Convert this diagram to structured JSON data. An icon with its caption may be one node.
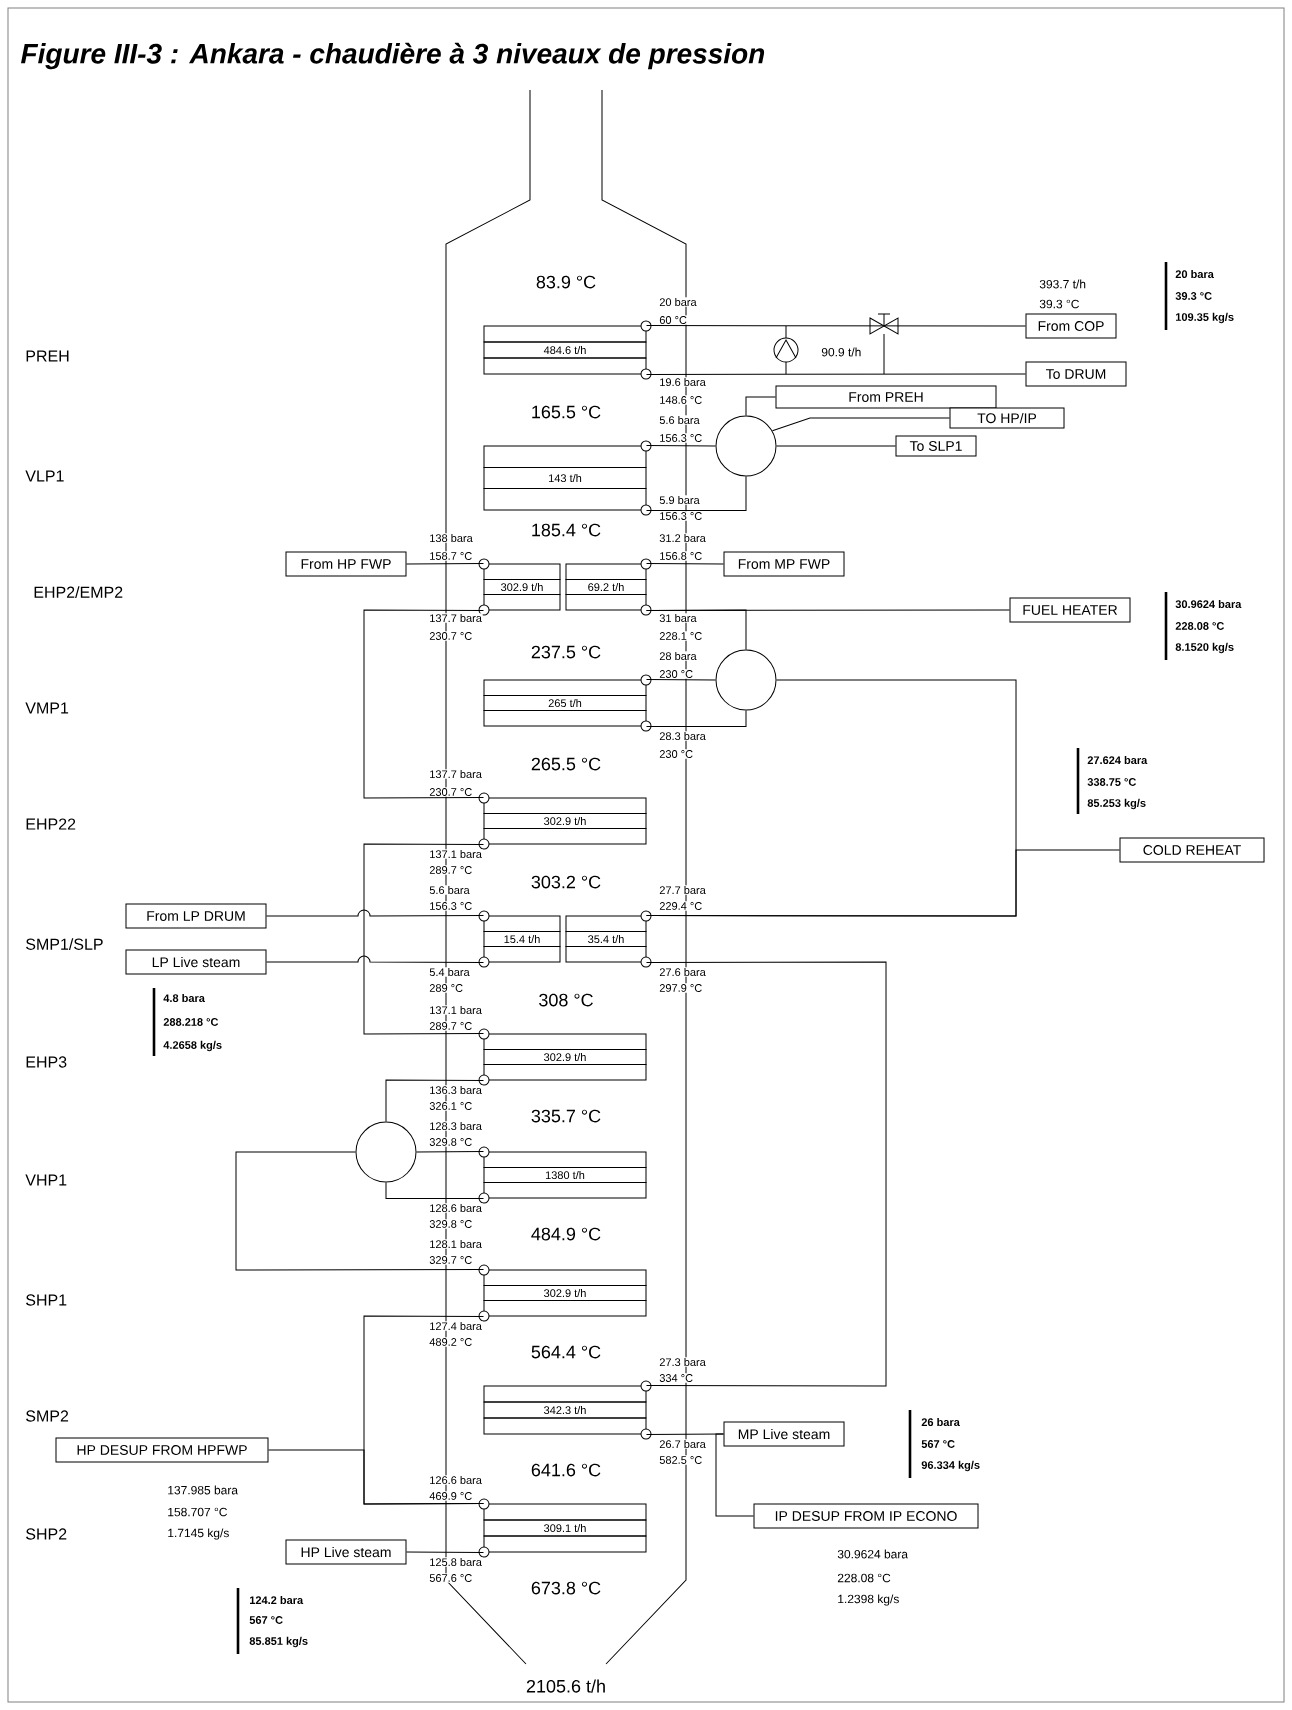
{
  "diagram": {
    "title": "Figure III-3 : Ankara - chaudière à 3 niveaux de pression",
    "nodes": [
      {
        "text": [
          "From COP"
        ],
        "beside": [
          "393.7 t/h",
          "39.3 °C"
        ]
      },
      {
        "text": [
          "484.6 t/h"
        ]
      },
      {
        "text": [
          "To DRUM"
        ]
      },
      {
        "text": [
          "From PREH"
        ]
      },
      {
        "text": [
          "TO HP/IP"
        ]
      },
      {
        "text": [],
        "shape": "circle"
      },
      {
        "text": [
          "To SLP1"
        ]
      },
      {
        "text": [
          "143 t/h"
        ]
      },
      {
        "text": [
          "From HP FWP"
        ]
      },
      {
        "text": [
          "302.9 t/h"
        ]
      },
      {
        "text": [
          "69.2 t/h"
        ]
      },
      {
        "text": [
          "From MP FWP"
        ]
      },
      {
        "text": [
          "FUEL HEATER"
        ]
      },
      {
        "text": [],
        "shape": "circle"
      },
      {
        "text": [
          "265 t/h"
        ]
      },
      {
        "text": [
          "302.9 t/h"
        ]
      },
      {
        "text": [
          "COLD REHEAT"
        ]
      },
      {
        "text": [
          "From LP DRUM"
        ]
      },
      {
        "text": [
          "15.4 t/h"
        ]
      },
      {
        "text": [
          "35.4 t/h"
        ]
      },
      {
        "text": [
          "LP Live steam"
        ]
      },
      {
        "text": [
          "302.9 t/h"
        ]
      },
      {
        "text": [],
        "shape": "circle"
      },
      {
        "text": [
          "1380 t/h"
        ]
      },
      {
        "text": [
          "302.9 t/h"
        ]
      },
      {
        "text": [
          "342.3 t/h"
        ]
      },
      {
        "text": [
          "HP DESUP FROM HPFWP"
        ]
      },
      {
        "text": [
          "MP Live steam"
        ]
      },
      {
        "text": [
          "309.1 t/h"
        ]
      },
      {
        "text": [
          "IP DESUP FROM IP ECONO"
        ]
      },
      {
        "text": [
          "HP Live steam"
        ]
      }
    ],
    "edges": [
      {
        "from": 0,
        "to": 1,
        "arrow": "none"
      },
      {
        "from": 1,
        "to": 2,
        "arrow": "none"
      },
      {
        "from": 3,
        "to": 5,
        "arrow": "none"
      },
      {
        "from": 5,
        "to": 4,
        "arrow": "none"
      },
      {
        "from": 5,
        "to": 6,
        "arrow": "none"
      },
      {
        "from": 5,
        "to": 7,
        "arrow": "none"
      },
      {
        "from": 5,
        "to": 7,
        "arrow": "none"
      },
      {
        "from": 8,
        "to": 9,
        "arrow": "none"
      },
      {
        "from": 11,
        "to": 10,
        "arrow": "none"
      },
      {
        "from": 10,
        "to": 12,
        "arrow": "none"
      },
      {
        "from": 10,
        "to": 13,
        "arrow": "none"
      },
      {
        "from": 13,
        "to": 14,
        "arrow": "none"
      },
      {
        "from": 13,
        "to": 14,
        "arrow": "none"
      },
      {
        "from": 9,
        "to": 15,
        "arrow": "none"
      },
      {
        "from": 13,
        "to": 19,
        "arrow": "none"
      },
      {
        "from": 16,
        "to": 19,
        "arrow": "none"
      },
      {
        "from": 15,
        "to": 21,
        "arrow": "none"
      },
      {
        "from": 17,
        "to": 18,
        "arrow": "none"
      },
      {
        "from": 18,
        "to": 20,
        "arrow": "none"
      },
      {
        "from": 19,
        "to": 25,
        "arrow": "none"
      },
      {
        "from": 21,
        "to": 22,
        "arrow": "none"
      },
      {
        "from": 22,
        "to": 23,
        "arrow": "none"
      },
      {
        "from": 22,
        "to": 23,
        "arrow": "none"
      },
      {
        "from": 22,
        "to": 24,
        "arrow": "none"
      },
      {
        "from": 24,
        "to": 28,
        "arrow": "none"
      },
      {
        "from": 26,
        "to": 28,
        "arrow": "none"
      },
      {
        "from": 25,
        "to": 27,
        "arrow": "none"
      },
      {
        "from": 29,
        "to": 27,
        "arrow": "none"
      },
      {
        "from": 28,
        "to": 30,
        "arrow": "none"
      }
    ],
    "labels": [
      "20 bara",
      "39.3 °C",
      "109.35 kg/s",
      "83.9 °C",
      "20 bara",
      "60 °C",
      "PREH",
      "90.9 t/h",
      "19.6 bara",
      "148.6 °C",
      "165.5 °C",
      "5.6 bara",
      "156.3 °C",
      "VLP1",
      "5.9 bara",
      "156.3 °C",
      "185.4 °C",
      "138 bara",
      "158.7 °C",
      "31.2 bara",
      "156.8 °C",
      "EHP2/EMP2",
      "30.9624 bara",
      "228.08 °C",
      "8.1520 kg/s",
      "137.7 bara",
      "230.7 °C",
      "31 bara",
      "228.1 °C",
      "237.5 °C",
      "28 bara",
      "230 °C",
      "VMP1",
      "28.3 bara",
      "230 °C",
      "27.624 bara",
      "338.75 °C",
      "85.253 kg/s",
      "265.5 °C",
      "137.7 bara",
      "230.7 °C",
      "EHP22",
      "137.1 bara",
      "289.7 °C",
      "303.2 °C",
      "5.6 bara",
      "156.3 °C",
      "27.7 bara",
      "229.4 °C",
      "SMP1/SLP",
      "5.4 bara",
      "289 °C",
      "27.6 bara",
      "297.9 °C",
      "4.8 bara",
      "288.218 °C",
      "4.2658 kg/s",
      "308 °C",
      "137.1 bara",
      "289.7 °C",
      "EHP3",
      "136.3 bara",
      "326.1 °C",
      "335.7 °C",
      "128.3 bara",
      "329.8 °C",
      "VHP1",
      "128.6 bara",
      "329.8 °C",
      "484.9 °C",
      "128.1 bara",
      "329.7 °C",
      "SHP1",
      "127.4 bara",
      "489.2 °C",
      "564.4 °C",
      "27.3 bara",
      "334 °C",
      "SMP2",
      "26 bara",
      "567 °C",
      "96.334 kg/s",
      "26.7 bara",
      "582.5 °C",
      "641.6 °C",
      "126.6 bara",
      "469.9 °C",
      "137.985 bara",
      "158.707 °C",
      "1.7145 kg/s",
      "SHP2",
      "30.9624 bara",
      "228.08 °C",
      "1.2398 kg/s",
      "125.8 bara",
      "567.6 °C",
      "673.8 °C",
      "124.2 bara",
      "567 °C",
      "85.851 kg/s",
      "2105.6 t/h"
    ]
  }
}
